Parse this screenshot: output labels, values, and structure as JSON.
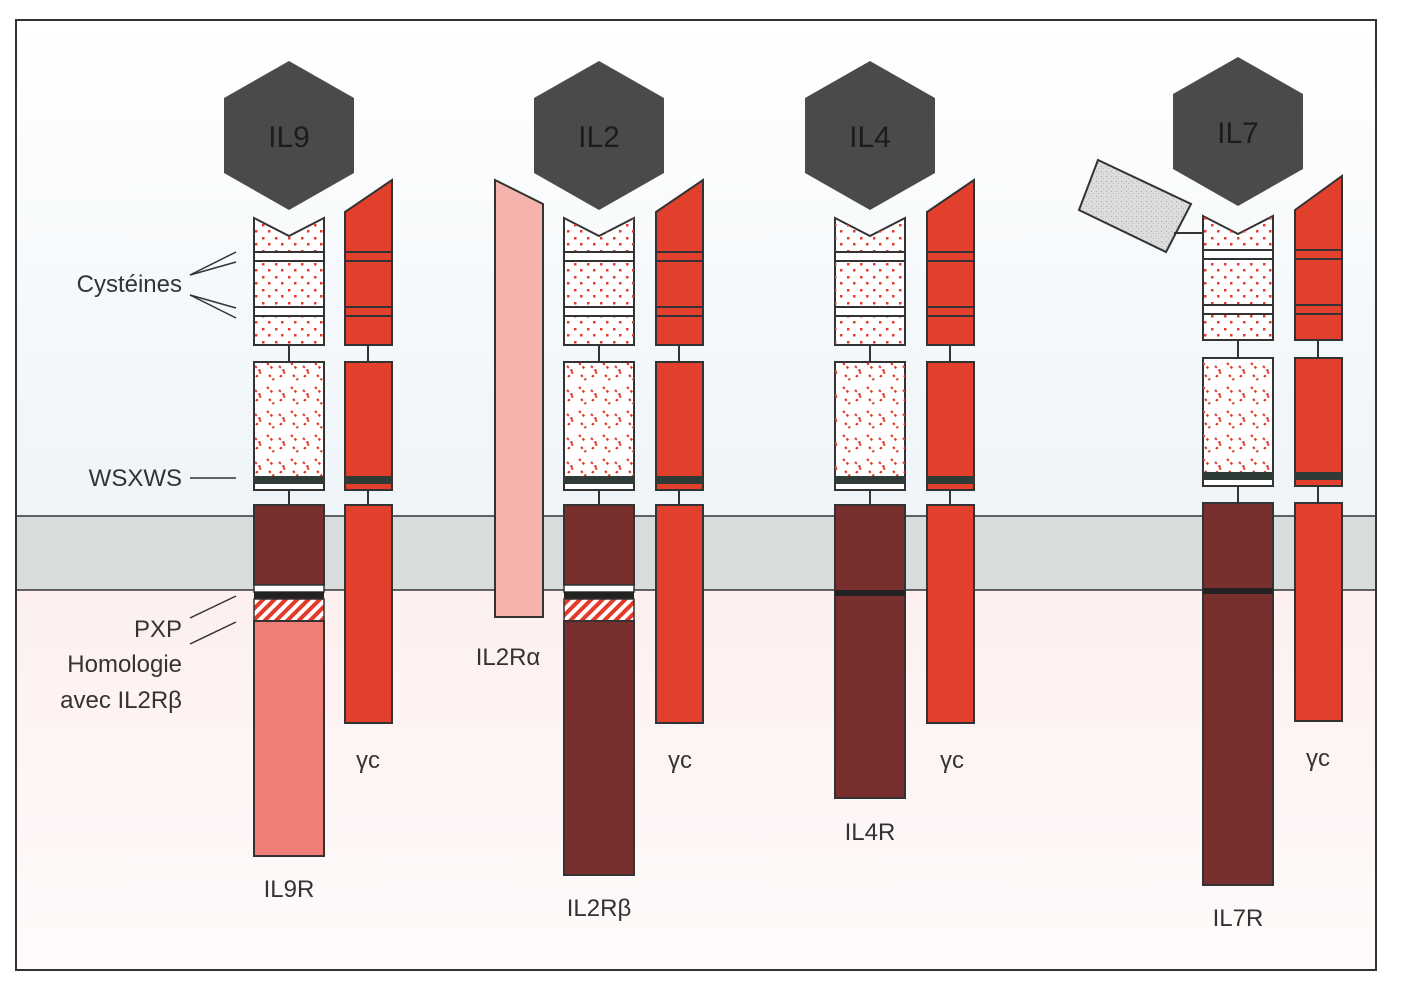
{
  "colors": {
    "ligand": "#4a4a4a",
    "gamma_chain": "#e2402c",
    "dark_receptor": "#7a2f2f",
    "il9r_tail": "#f07e76",
    "il2ra": "#f6b3ae",
    "membrane": "#d9dcdc",
    "dot_pattern": "#e33a2a",
    "accessory_box": "#dcdcdc"
  },
  "side_labels": {
    "cysteines": "Cystéines",
    "wsxws": "WSXWS",
    "pxp": "PXP",
    "homology_line1": "Homologie",
    "homology_line2": "avec IL2Rβ"
  },
  "complexes": [
    {
      "ligand": "IL9",
      "receptor_label": "IL9R",
      "gamma_label": "γc"
    },
    {
      "ligand": "IL2",
      "receptor_label": "IL2Rβ",
      "gamma_label": "γc",
      "alpha_label": "IL2Rα"
    },
    {
      "ligand": "IL4",
      "receptor_label": "IL4R",
      "gamma_label": "γc"
    },
    {
      "ligand": "IL7",
      "receptor_label": "IL7R",
      "gamma_label": "γc"
    }
  ]
}
